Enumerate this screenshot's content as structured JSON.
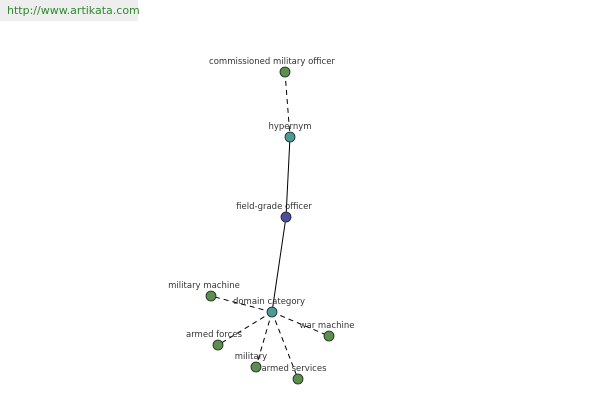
{
  "source_link": "http://www.artikata.com",
  "colors": {
    "leaf_node": "#5a8f4e",
    "hub_node": "#4a9a96",
    "center_node": "#4b4f9c",
    "edge": "#000000",
    "link": "#2e8b2e"
  },
  "graph": {
    "nodes": [
      {
        "id": "commissioned",
        "label": "commissioned military officer",
        "kind": "leaf"
      },
      {
        "id": "hypernym",
        "label": "hypernym",
        "kind": "hub"
      },
      {
        "id": "field",
        "label": "field-grade officer",
        "kind": "center"
      },
      {
        "id": "domain",
        "label": "domain category",
        "kind": "hub"
      },
      {
        "id": "machine",
        "label": "military machine",
        "kind": "leaf"
      },
      {
        "id": "forces",
        "label": "armed forces",
        "kind": "leaf"
      },
      {
        "id": "military",
        "label": "military",
        "kind": "leaf"
      },
      {
        "id": "services",
        "label": "armed services",
        "kind": "leaf"
      },
      {
        "id": "war",
        "label": "war machine",
        "kind": "leaf"
      }
    ],
    "edges": [
      {
        "from": "commissioned",
        "to": "hypernym",
        "style": "dashed"
      },
      {
        "from": "hypernym",
        "to": "field",
        "style": "solid"
      },
      {
        "from": "field",
        "to": "domain",
        "style": "solid"
      },
      {
        "from": "domain",
        "to": "machine",
        "style": "dashed"
      },
      {
        "from": "domain",
        "to": "forces",
        "style": "dashed"
      },
      {
        "from": "domain",
        "to": "military",
        "style": "dashed"
      },
      {
        "from": "domain",
        "to": "services",
        "style": "dashed"
      },
      {
        "from": "domain",
        "to": "war",
        "style": "dashed"
      }
    ]
  }
}
